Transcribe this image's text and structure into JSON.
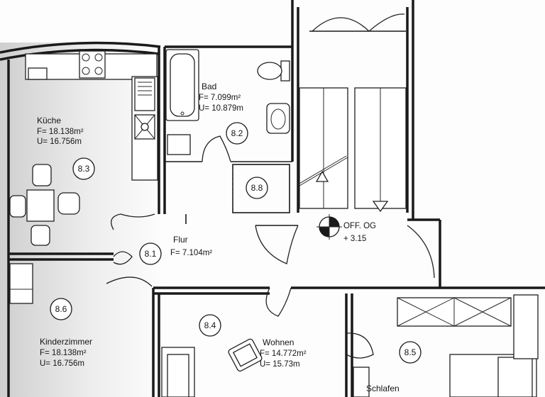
{
  "rooms": {
    "kueche": {
      "name": "Küche",
      "area": "F= 18.138m²",
      "perimeter": "U= 16.756m",
      "id": "8.3"
    },
    "bad": {
      "name": "Bad",
      "area": "F= 7.099m²",
      "perimeter": "U= 10.879m",
      "id": "8.2"
    },
    "abstell": {
      "id": "8.8"
    },
    "flur": {
      "name": "Flur",
      "area": "F= 7.104m²",
      "id": "8.1"
    },
    "kinderzimmer": {
      "name": "Kinderzimmer",
      "area": "F= 18.138m²",
      "perimeter": "U= 16.756m",
      "id": "8.6"
    },
    "wohnen": {
      "name": "Wohnen",
      "area": "F= 14.772m²",
      "perimeter": "U= 15.73m",
      "id": "8.4"
    },
    "schlafen": {
      "name": "Schlafen",
      "id": "8.5"
    }
  },
  "level_marker": {
    "label": "OFF. OG",
    "value": "+ 3.15"
  },
  "colors": {
    "ink": "#1a1a1a",
    "paper": "#fdfdfd",
    "shade": "#d8d8d8"
  }
}
